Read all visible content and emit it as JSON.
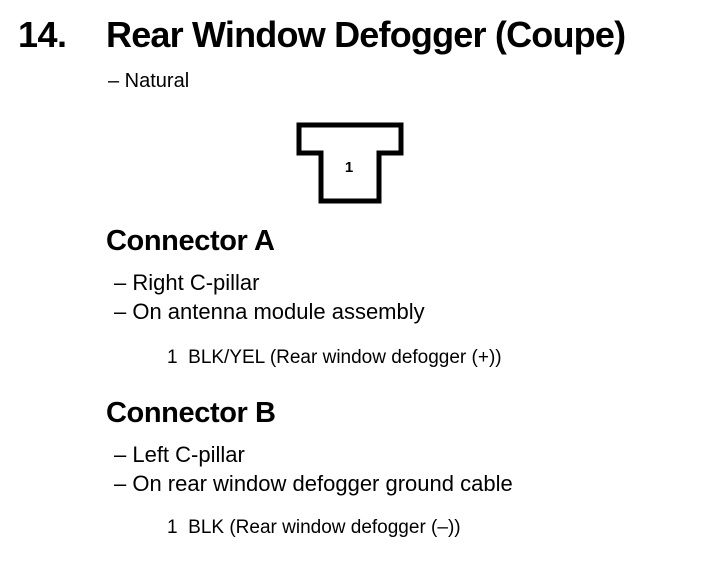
{
  "section": {
    "number": "14.",
    "title": "Rear Window Defogger (Coupe)",
    "subtitle": "– Natural"
  },
  "connector_diagram": {
    "pin_label": "1"
  },
  "connectors": [
    {
      "heading": "Connector A",
      "locations": [
        "– Right C-pillar",
        "– On antenna module assembly"
      ],
      "pin": {
        "number": "1",
        "wire": "BLK/YEL (Rear window defogger (+))"
      }
    },
    {
      "heading": "Connector B",
      "locations": [
        "– Left C-pillar",
        "– On rear window defogger ground cable"
      ],
      "pin": {
        "number": "1",
        "wire": "BLK (Rear window defogger (–))"
      }
    }
  ]
}
